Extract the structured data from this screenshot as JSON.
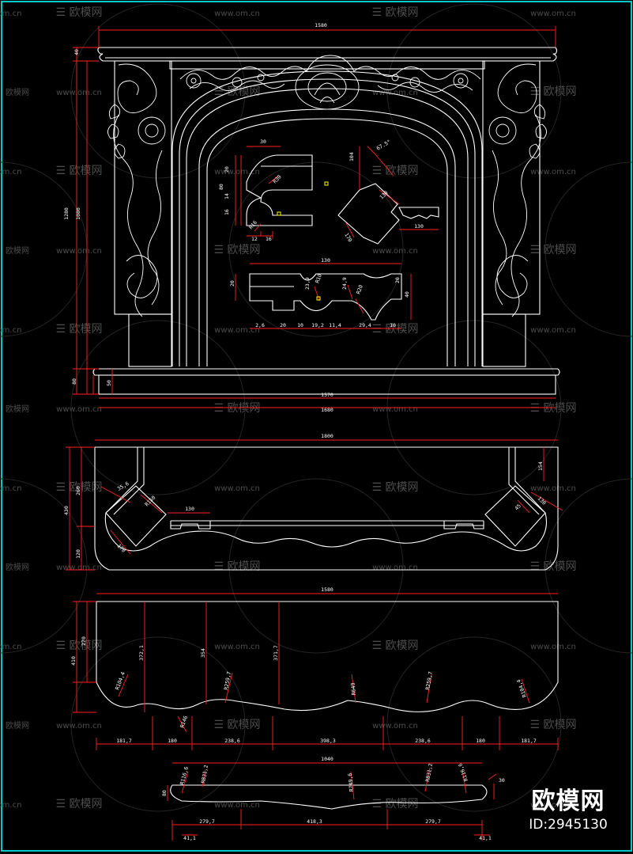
{
  "watermark": {
    "brand": "欧模网",
    "site": "www.om.cn",
    "site_short": "om.cn"
  },
  "badge": {
    "name": "欧模网",
    "id": "ID:2945130"
  },
  "colors": {
    "frame": "#00c8c8",
    "outline": "#ffffff",
    "dimension": "#ff2020",
    "accent": "#ffff00",
    "background": "#000000"
  },
  "elevation": {
    "top_width": "1580",
    "top_height": "40",
    "total_height_outer": "1280",
    "total_height_inner": "1080",
    "base_height": "80",
    "plinth_height": "50",
    "base_width": "1570",
    "bottom_width": "1680"
  },
  "profile_a": {
    "d1": "30",
    "d2": "20",
    "d3": "80",
    "d4": "14",
    "d5": "16",
    "r": "R30",
    "d6": "12",
    "d7": "16",
    "r2": "R16"
  },
  "profile_b": {
    "d1": "104",
    "angle": "67.5°",
    "d2": "130",
    "d3": "170",
    "d4": "130"
  },
  "moulding": {
    "top": "130",
    "left_h": "20",
    "r1": "23,9",
    "r2": "R10",
    "r3": "24,9",
    "r4": "R20",
    "right_h": "20",
    "right_total": "40",
    "b1": "2,6",
    "b2": "20",
    "b3": "10",
    "b4": "19,2",
    "b5": "11,4",
    "b6": "29,4",
    "b7": "10"
  },
  "plan": {
    "width": "1800",
    "depth": "430",
    "d1": "260",
    "d2": "120",
    "l1": "35,6",
    "l2": "R150",
    "l3": "130",
    "l4": "170",
    "r1": "154",
    "r2": "45",
    "r3": "130"
  },
  "hearth": {
    "width": "1580",
    "depth": "410",
    "d2": "270",
    "v1": "372,1",
    "v2": "354",
    "v3": "371,7",
    "r1": "R104,4",
    "r2": "R259,7",
    "r3": "R649",
    "r4": "R259,7",
    "r5": "R104,4",
    "s1": "181,7",
    "s2": "180",
    "s3": "238,6",
    "s4": "398,3",
    "s5": "238,6",
    "s6": "180",
    "s7": "181,7",
    "r6": "R146"
  },
  "small": {
    "width": "1040",
    "h": "80",
    "r1": "R116,6",
    "r2": "R831,2",
    "r3": "R749,6",
    "r4": "R831,2",
    "r5": "R116,6",
    "d1": "279,7",
    "d2": "418,3",
    "d3": "279,7",
    "e1": "41,1",
    "e2": "41,1",
    "e3": "30"
  }
}
